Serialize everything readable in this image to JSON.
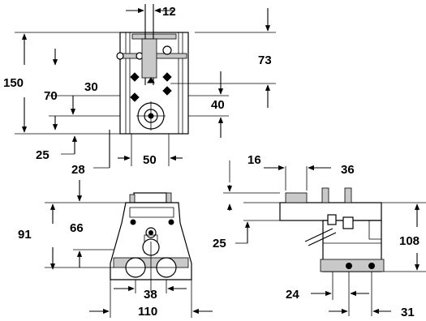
{
  "dimensions": {
    "top_view": {
      "bolt_gap": "12",
      "upper_offset": "73",
      "overall_height": "150",
      "slot_offset": "30",
      "mid_offset": "70",
      "hub_offset": "40",
      "lower_offset": "25",
      "slot_width": "28",
      "hub_width": "50"
    },
    "front_view": {
      "height": "91",
      "mid_height": "66",
      "roller_spacing": "38",
      "overall_width": "110"
    },
    "side_view": {
      "left_gap": "16",
      "arm_width": "36",
      "lower_gap": "25",
      "overall_height": "108",
      "base_offset": "24",
      "base_width": "31"
    }
  }
}
